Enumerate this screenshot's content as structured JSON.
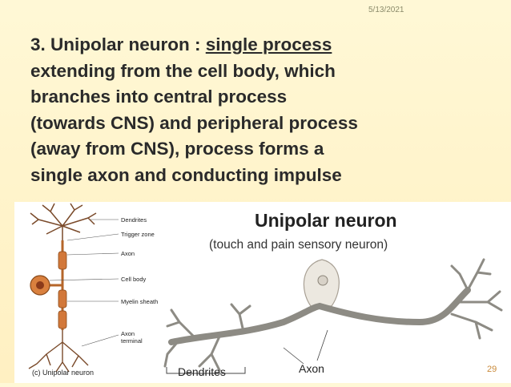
{
  "slide": {
    "date": "5/13/2021",
    "page_number": "29",
    "heading_prefix": "3. Unipolar neuron : ",
    "heading_underlined": "single process",
    "body_lines": [
      "extending from the cell body, which",
      "branches into central process",
      "(towards CNS) and peripheral process",
      "(away from CNS), process forms a",
      "single axon and conducting impulse"
    ]
  },
  "figure_left": {
    "labels": [
      "Dendrites",
      "Trigger zone",
      "Axon",
      "Cell body",
      "Myelin sheath",
      "Axon",
      "terminal"
    ],
    "caption": "(c) Unipolar neuron"
  },
  "figure_right": {
    "title": "Unipolar neuron",
    "subtitle": "(touch and pain sensory neuron)",
    "label_dendrites": "Dendrites",
    "label_axon": "Axon"
  }
}
